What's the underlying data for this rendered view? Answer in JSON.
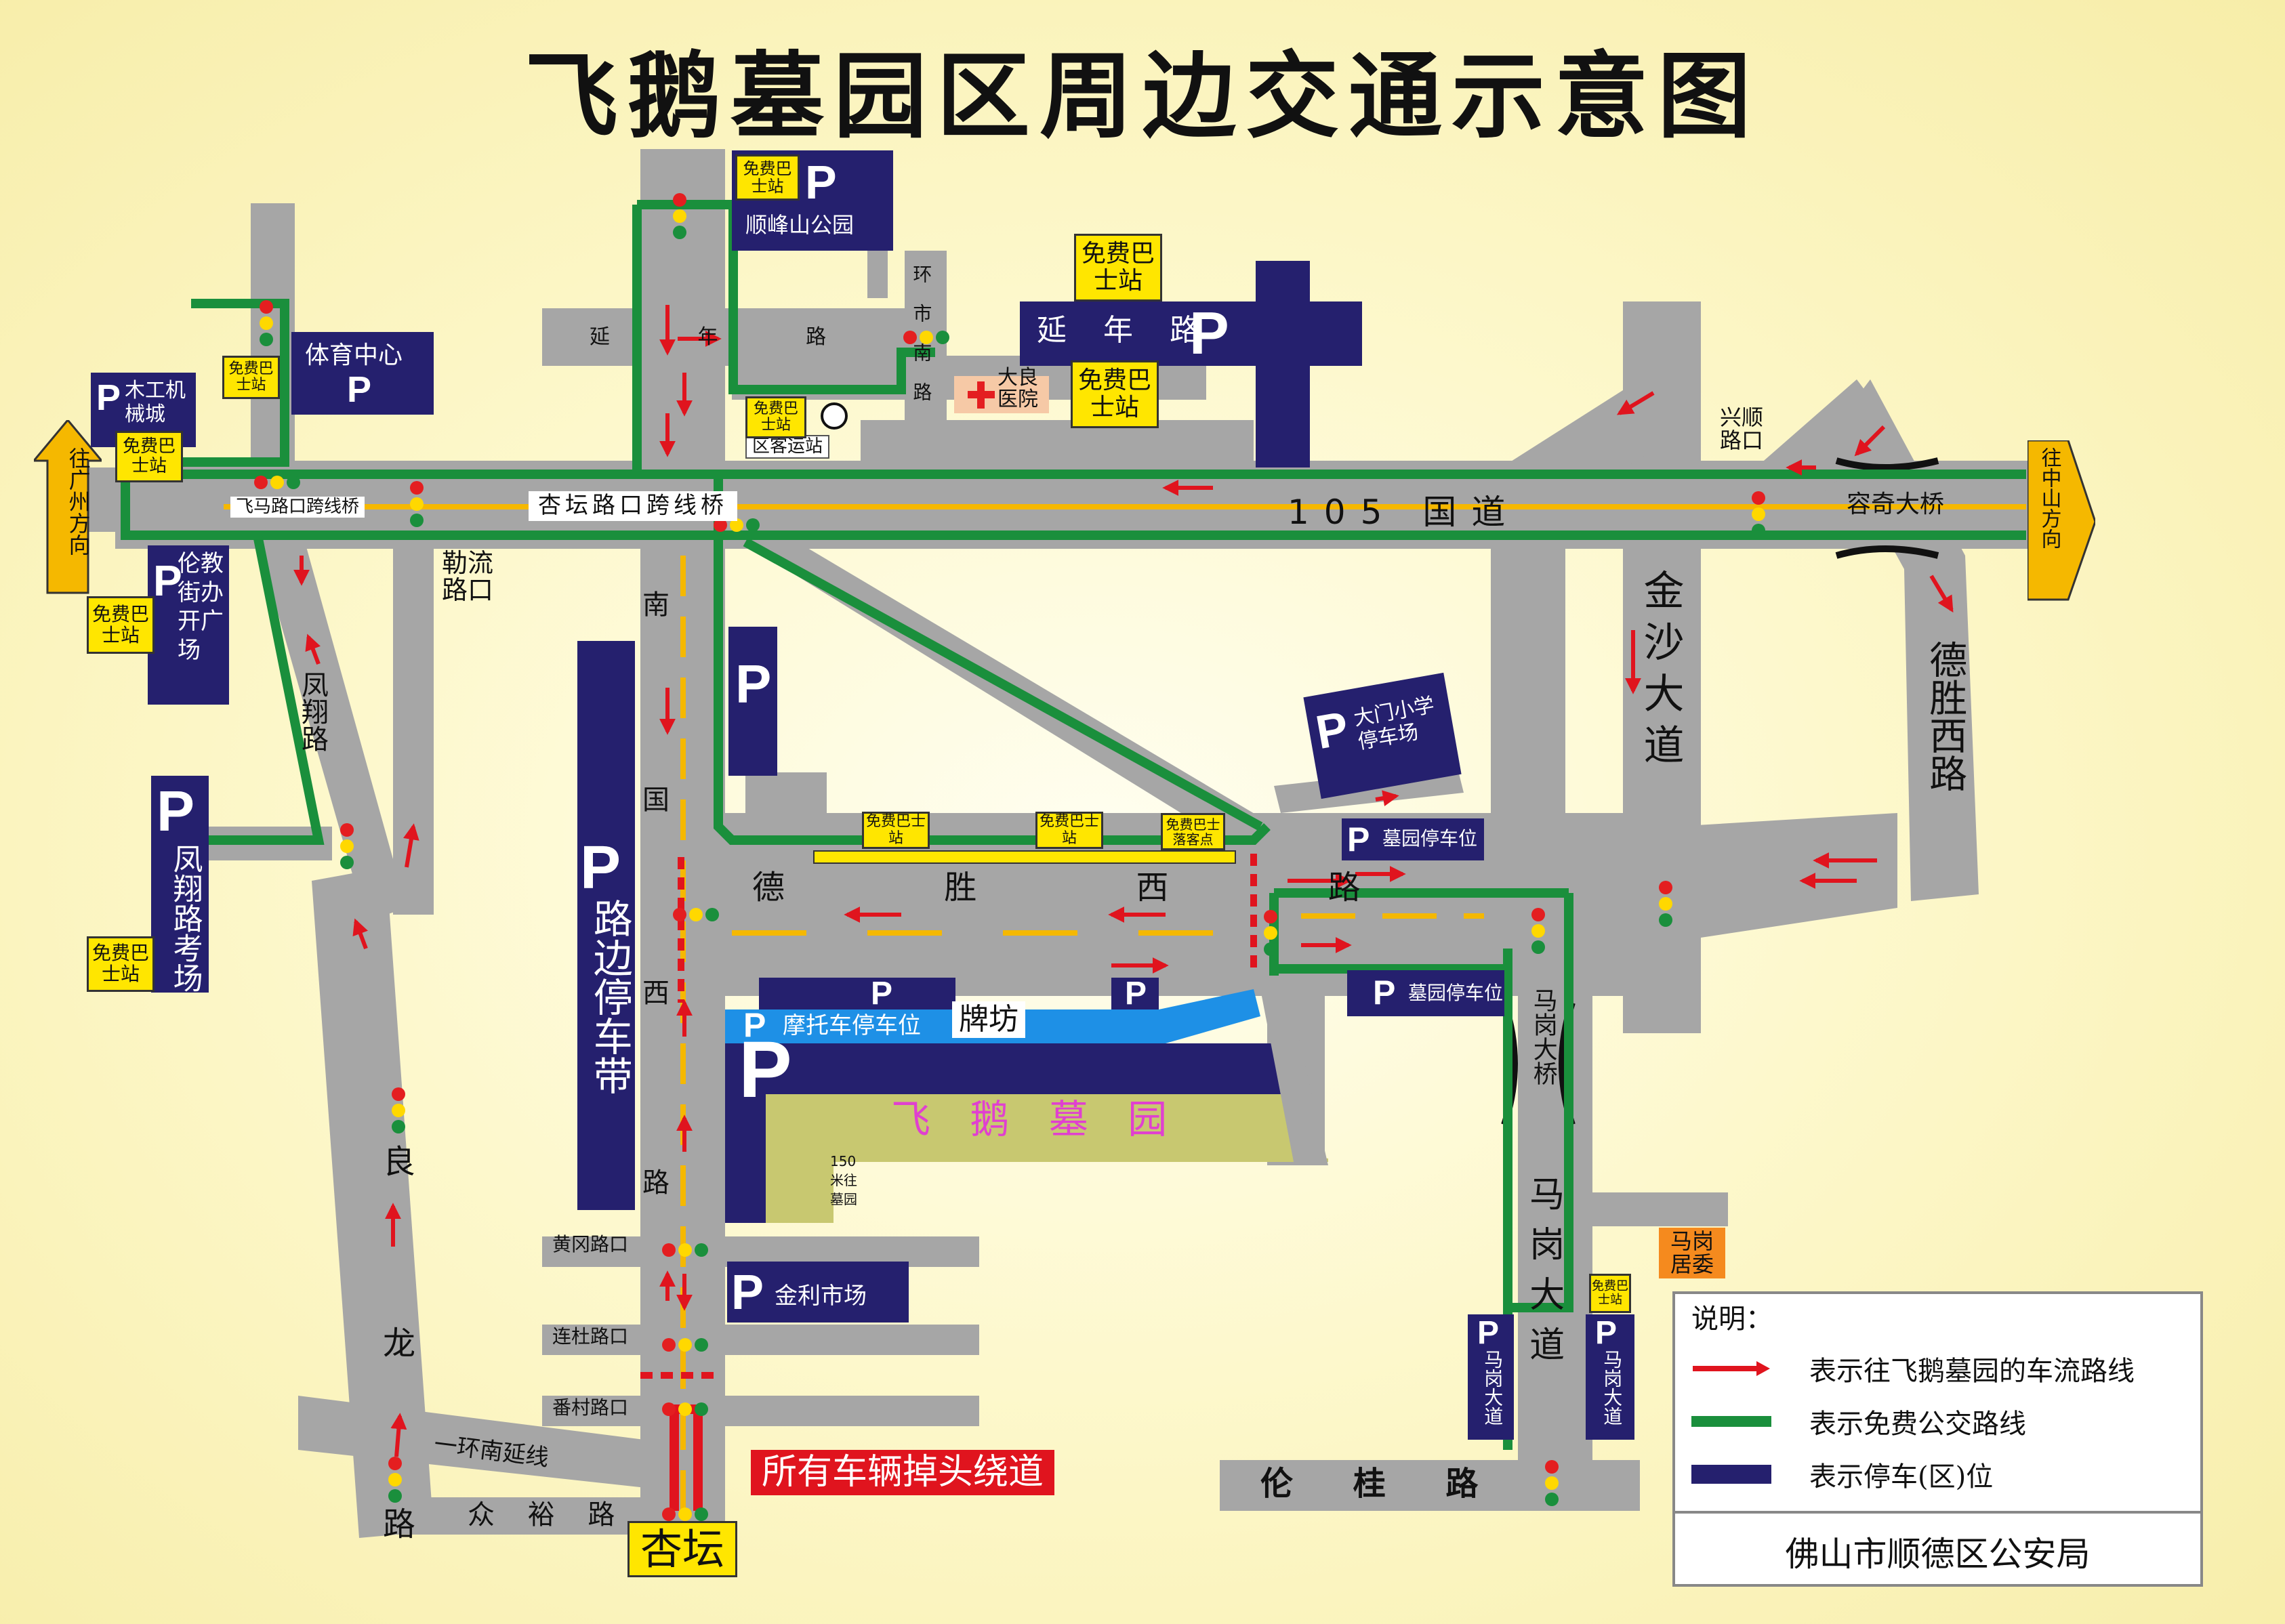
{
  "title": "飞鹅墓园区周边交通示意图",
  "colors": {
    "road": "#a6a6a6",
    "bus_route": "#1a8f3c",
    "traffic_flow": "#e0141e",
    "parking": "#25206e",
    "bus_stop": "#ffe600",
    "center_line": "#f5b800",
    "motorcycle_parking": "#1e90e6",
    "cemetery": "#c8c870",
    "detour_label": "#e0141e"
  },
  "directions": {
    "guangzhou": "往广州方向",
    "zhongshan": "往中山方向"
  },
  "roads": {
    "guodao": "105 国道",
    "yannian_road_left": "延 年 路",
    "yannian_road_right": "延 年 路",
    "huanshi_nan_road": "环市南路",
    "xingtan_bridge": "杏坛路口跨线桥",
    "feima_bridge": "飞马路口跨线桥",
    "fengxiang_road": "凤翔路",
    "leliu_junction": "勒流路口",
    "nanguo_xi_road_1": "南",
    "nanguo_xi_road_2": "国",
    "nanguo_xi_road_3": "西",
    "nanguo_xi_road_4": "路",
    "desheng_xi_road": "德 胜 西 路",
    "desheng_xi_road_right": "德胜西路",
    "jinsha_avenue": "金沙大道",
    "xingshun_junction": "兴顺路口",
    "rongqi_bridge": "容奇大桥",
    "magang_bridge": "马岗大桥",
    "magang_avenue": "马岗大道",
    "lungui_road": "伦 桂 路",
    "lianglong_1": "良",
    "lianglong_2": "龙",
    "lianglong_3": "路",
    "yihuan_south": "一环南延线",
    "zhongyu_road": "众 裕 路",
    "huanggang_junction": "黄冈路口",
    "lianzhu_junction": "连杜路口",
    "fancun_junction": "番村路口",
    "meter_note": "150米往墓园"
  },
  "places": {
    "shunfeng_park": "顺峰山公园",
    "sports_center": "体育中心",
    "muggong_city": "木工机械城",
    "education_plaza": "伦教街办开广场",
    "daliang_hospital": "大良医院",
    "qukeyun_station": "区客运站",
    "damen_school": "大门小学停车场",
    "cemetery_parking_1": "墓园停车位",
    "cemetery_parking_2": "墓园停车位",
    "fengxiang_exam": "凤翔路考场",
    "roadside_parking": "路边停车带",
    "moto_parking": "摩托车停车位",
    "paifang": "牌坊",
    "feie_cemetery": "飞 鹅 墓 园",
    "jinli_market": "金利市场",
    "magang_committee": "马岗居委",
    "xingtan": "杏坛",
    "detour": "所有车辆掉头绕道",
    "magang_parking_left": "马岗大道",
    "magang_parking_right": "马岗大道",
    "parking_symbol": "P"
  },
  "bus_stops": {
    "free_bus": "免费巴士站",
    "free_bus_drop": "免费巴士落客点"
  },
  "legend": {
    "heading": "说明：",
    "items": [
      {
        "label": "表示往飞鹅墓园的车流路线",
        "color": "#e0141e"
      },
      {
        "label": "表示免费公交路线",
        "color": "#1a8f3c"
      },
      {
        "label": "表示停车(区)位",
        "color": "#25206e"
      }
    ],
    "footer": "佛山市顺德区公安局"
  }
}
